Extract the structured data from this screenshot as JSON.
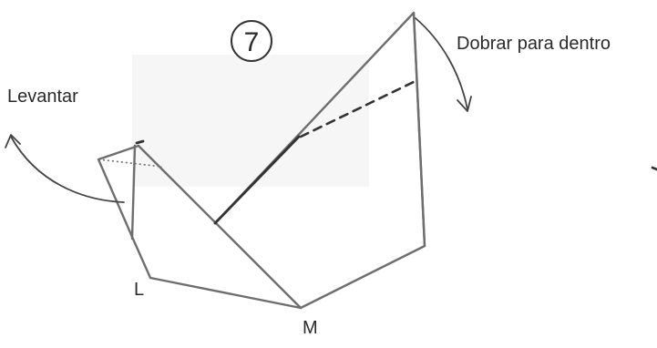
{
  "step_number": "7",
  "labels": {
    "fold_in": "Dobrar para dentro",
    "lift": "Levantar",
    "point_l": "L",
    "point_m": "M"
  },
  "colors": {
    "outline": "#6e6e6e",
    "crease": "#333333",
    "text": "#2a2a2a"
  }
}
